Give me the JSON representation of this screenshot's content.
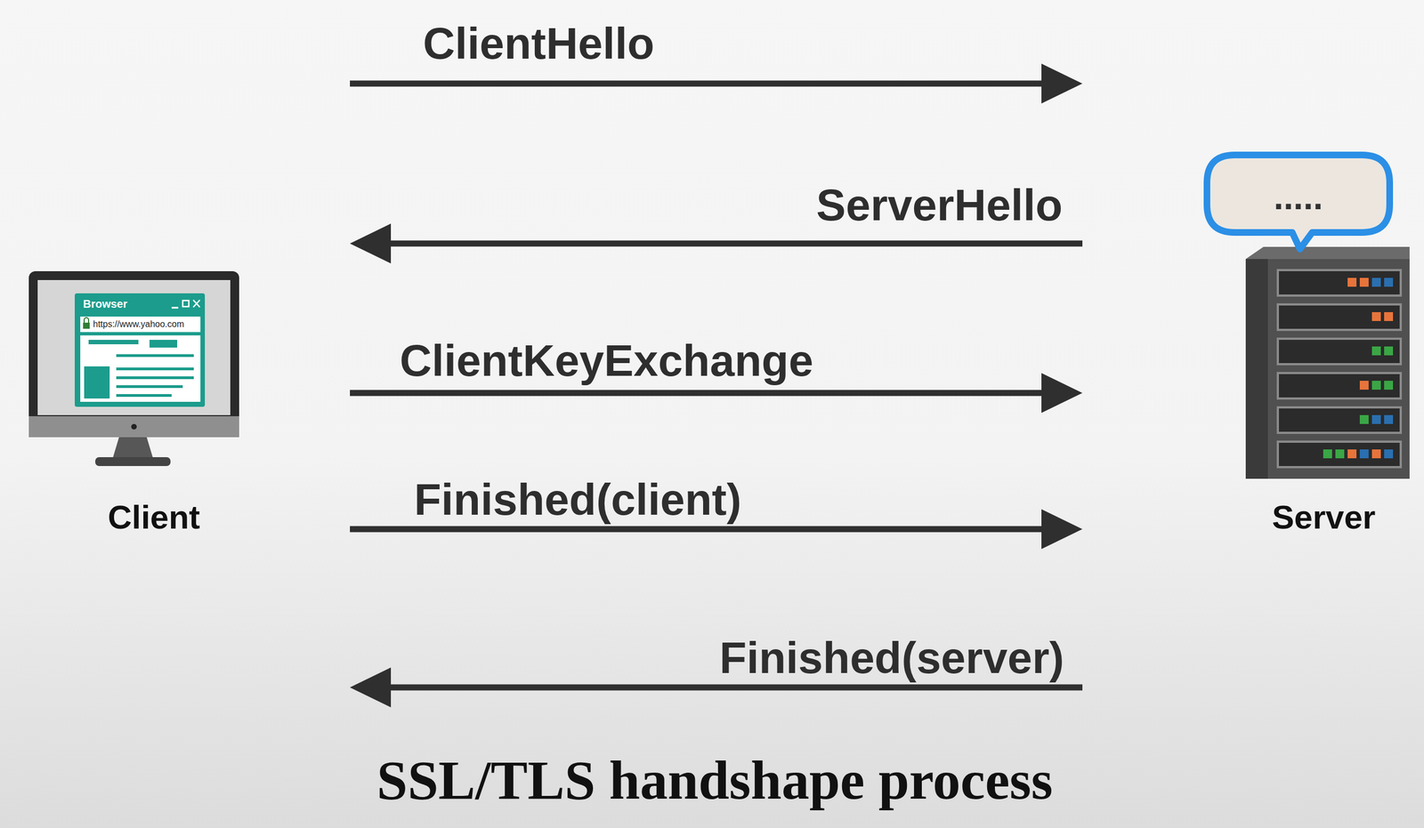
{
  "diagram": {
    "caption": "SSL/TLS handshape process",
    "nodes": [
      {
        "text": [
          "Client"
        ]
      },
      {
        "text": [
          "Server"
        ]
      }
    ],
    "edges": [
      {
        "from": 0,
        "to": 1,
        "label": "ClientHello",
        "arrow": "to"
      },
      {
        "from": 1,
        "to": 0,
        "label": "ServerHello",
        "arrow": "to"
      },
      {
        "from": 0,
        "to": 1,
        "label": "ClientKeyExchange",
        "arrow": "to"
      },
      {
        "from": 0,
        "to": 1,
        "label": "Finished(client)",
        "arrow": "to"
      },
      {
        "from": 1,
        "to": 0,
        "label": "Finished(server)",
        "arrow": "to"
      }
    ],
    "labels": [
      "Browser",
      "https://www.yahoo.com",
      "....."
    ]
  }
}
